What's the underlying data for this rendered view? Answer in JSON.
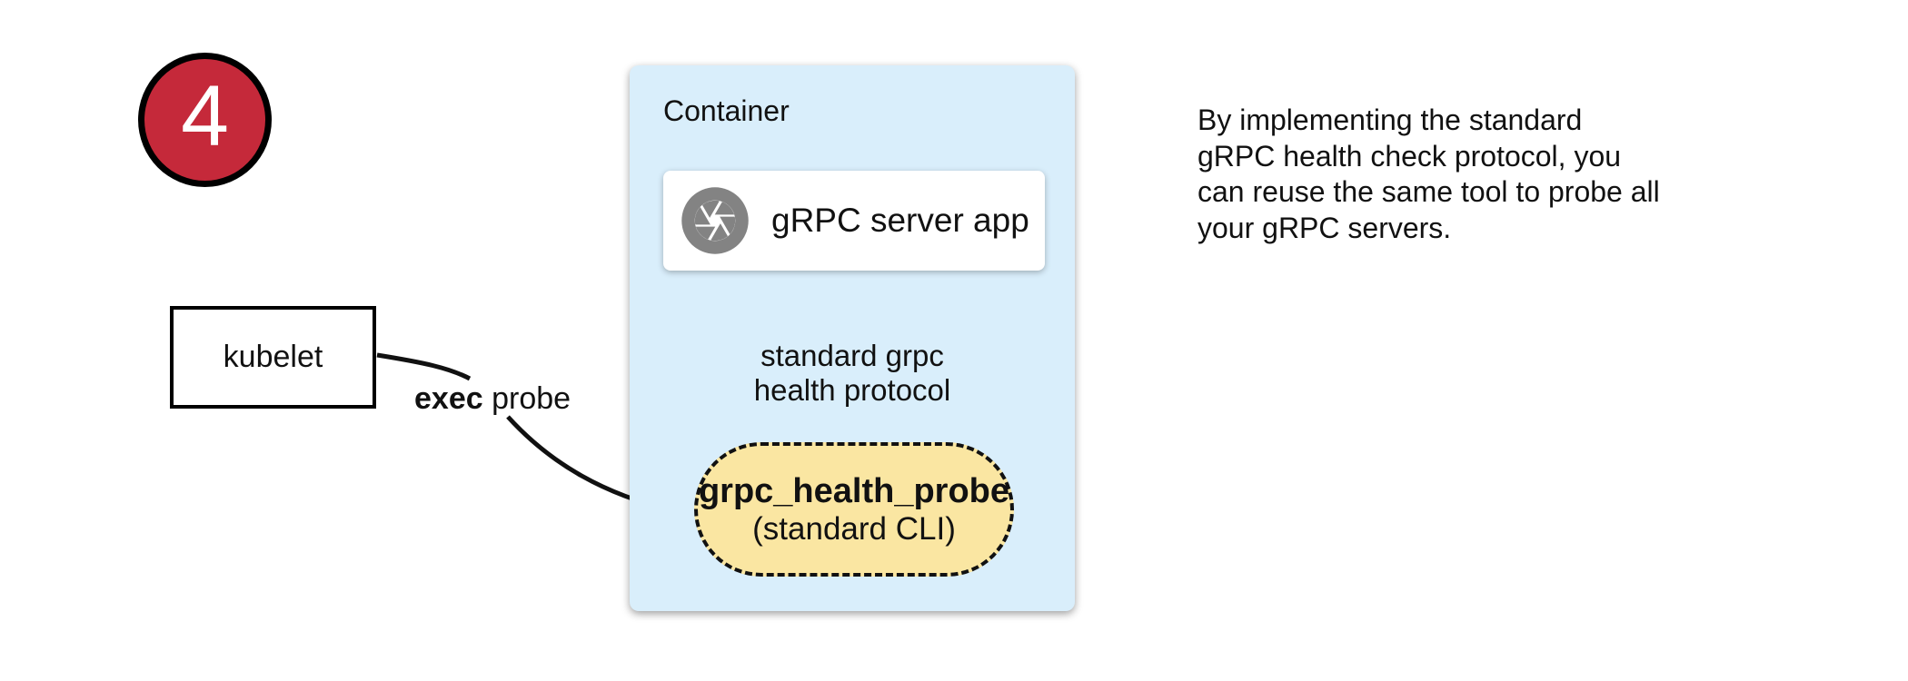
{
  "step_badge": {
    "number": "4",
    "fill": "#c5293a"
  },
  "kubelet_box": {
    "label": "kubelet"
  },
  "exec_probe_label": {
    "bold": "exec",
    "rest": " probe"
  },
  "container": {
    "title": "Container",
    "fill": "#d9eefb",
    "server_box": {
      "label": "gRPC server app",
      "icon": "aperture-icon",
      "icon_color": "#838383"
    },
    "probe_box": {
      "title": "grpc_health_probe",
      "subtitle": "(standard CLI)",
      "fill": "#fae6a2"
    },
    "protocol_label": "standard grpc\nhealth protocol"
  },
  "note": {
    "text": "By implementing the standard\ngRPC health check protocol, you\ncan reuse the same tool to probe all\nyour gRPC servers."
  }
}
